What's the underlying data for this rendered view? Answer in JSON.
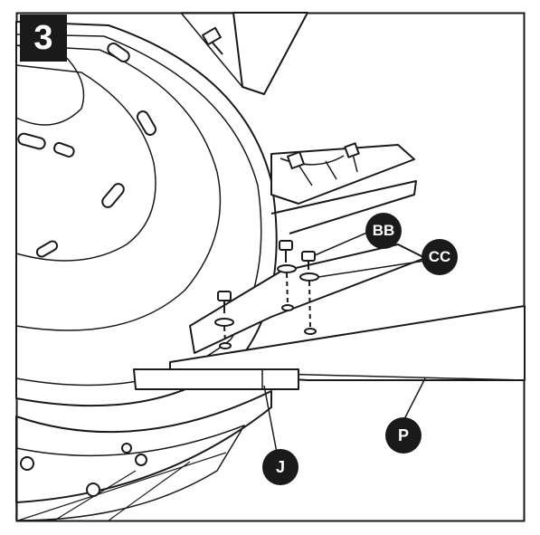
{
  "step": {
    "number": "3"
  },
  "callouts": {
    "bb": "BB",
    "cc": "CC",
    "p": "P",
    "j": "J"
  },
  "colors": {
    "ink": "#1a1a1a",
    "paper": "#ffffff"
  }
}
